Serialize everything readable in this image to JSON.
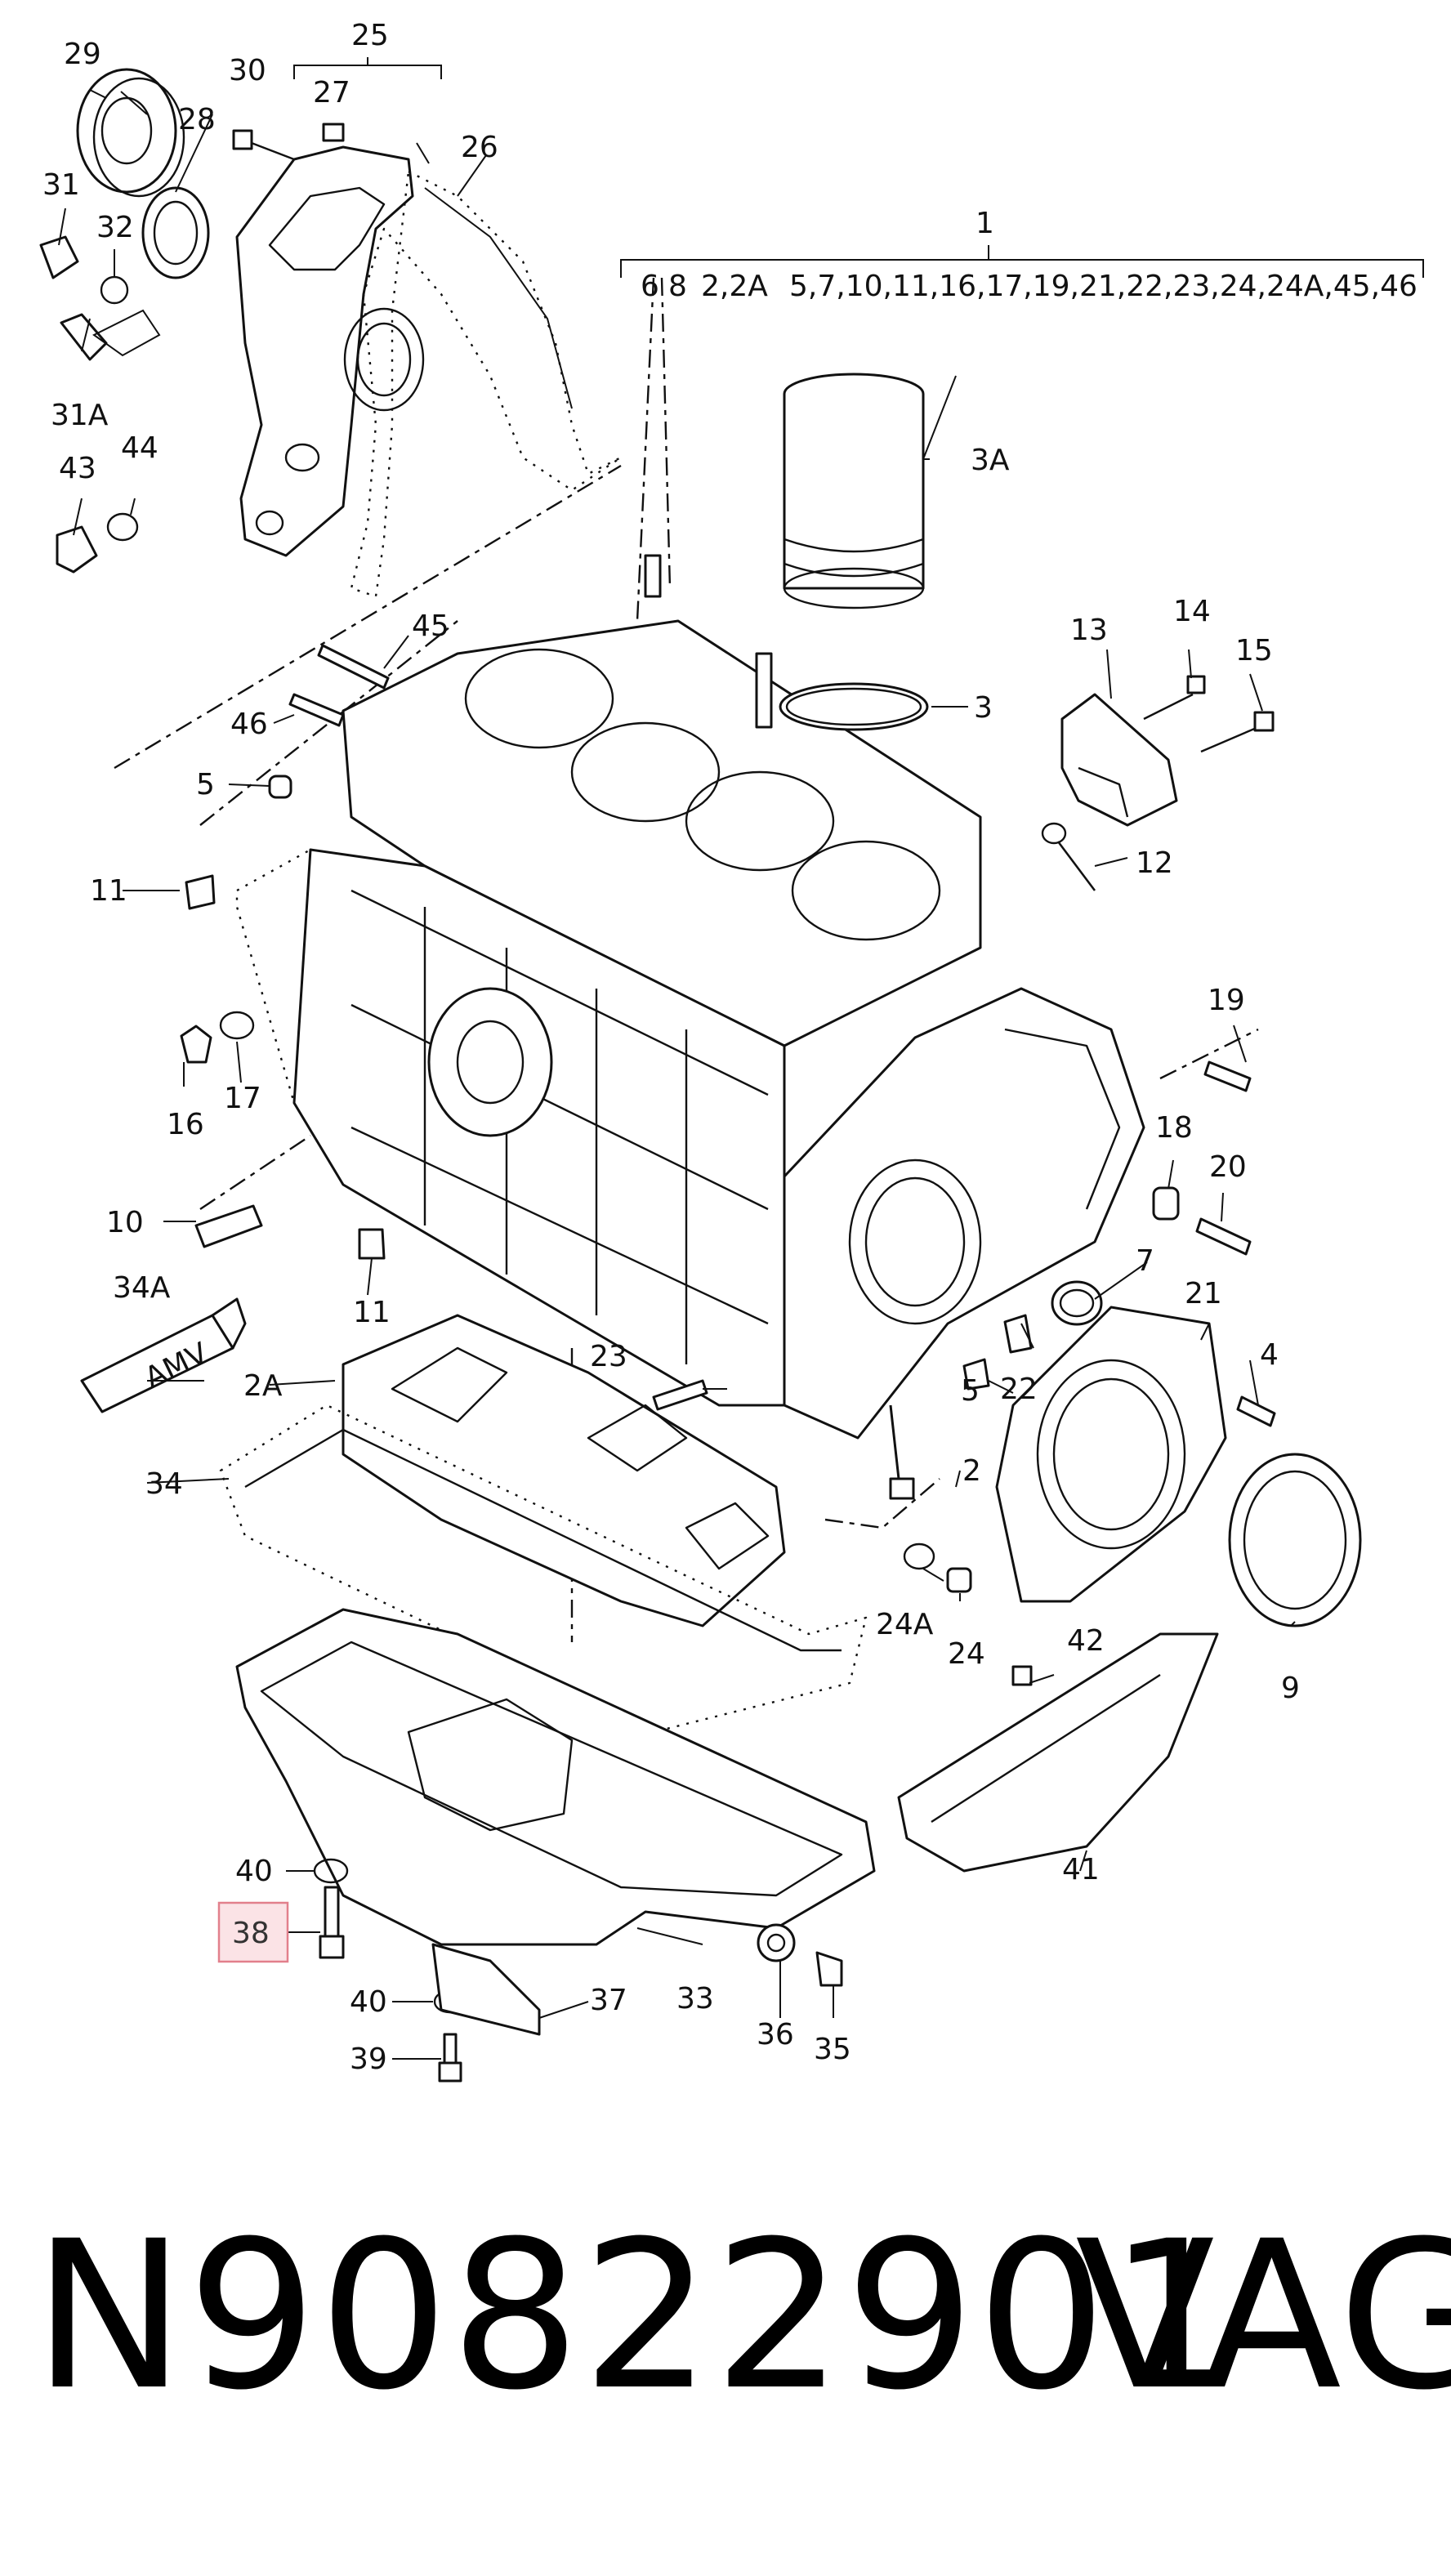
{
  "diagram": {
    "callouts": {
      "c1": "1",
      "c2": "2",
      "c2A_top": "2,2A",
      "c2A": "2A",
      "c3": "3",
      "c3A": "3A",
      "c4": "4",
      "c5a": "5",
      "c5b": "5",
      "c6": "6",
      "c7": "7",
      "c8": "8",
      "c9": "9",
      "c10": "10",
      "c11a": "11",
      "c11b": "11",
      "c12": "12",
      "c13": "13",
      "c14": "14",
      "c15": "15",
      "c16": "16",
      "c17": "17",
      "c18": "18",
      "c19": "19",
      "c20": "20",
      "c21": "21",
      "c22": "22",
      "c23": "23",
      "c24": "24",
      "c24A": "24A",
      "c25": "25",
      "c26": "26",
      "c27": "27",
      "c28": "28",
      "c29": "29",
      "c30": "30",
      "c31": "31",
      "c31A": "31A",
      "c32": "32",
      "c33": "33",
      "c34": "34",
      "c34A": "34A",
      "c35": "35",
      "c36": "36",
      "c37": "37",
      "c38": "38",
      "c39": "39",
      "c40a": "40",
      "c40b": "40",
      "c41": "41",
      "c42": "42",
      "c43": "43",
      "c44": "44",
      "c45": "45",
      "c46": "46",
      "group_list": "5,7,10,11,16,17,19,21,22,23,24,24A,45,46",
      "amv_label": "AMV"
    },
    "highlight_color": "#f4c9cf"
  },
  "footer": {
    "part_number": "N90822901",
    "brand": "VAG"
  }
}
